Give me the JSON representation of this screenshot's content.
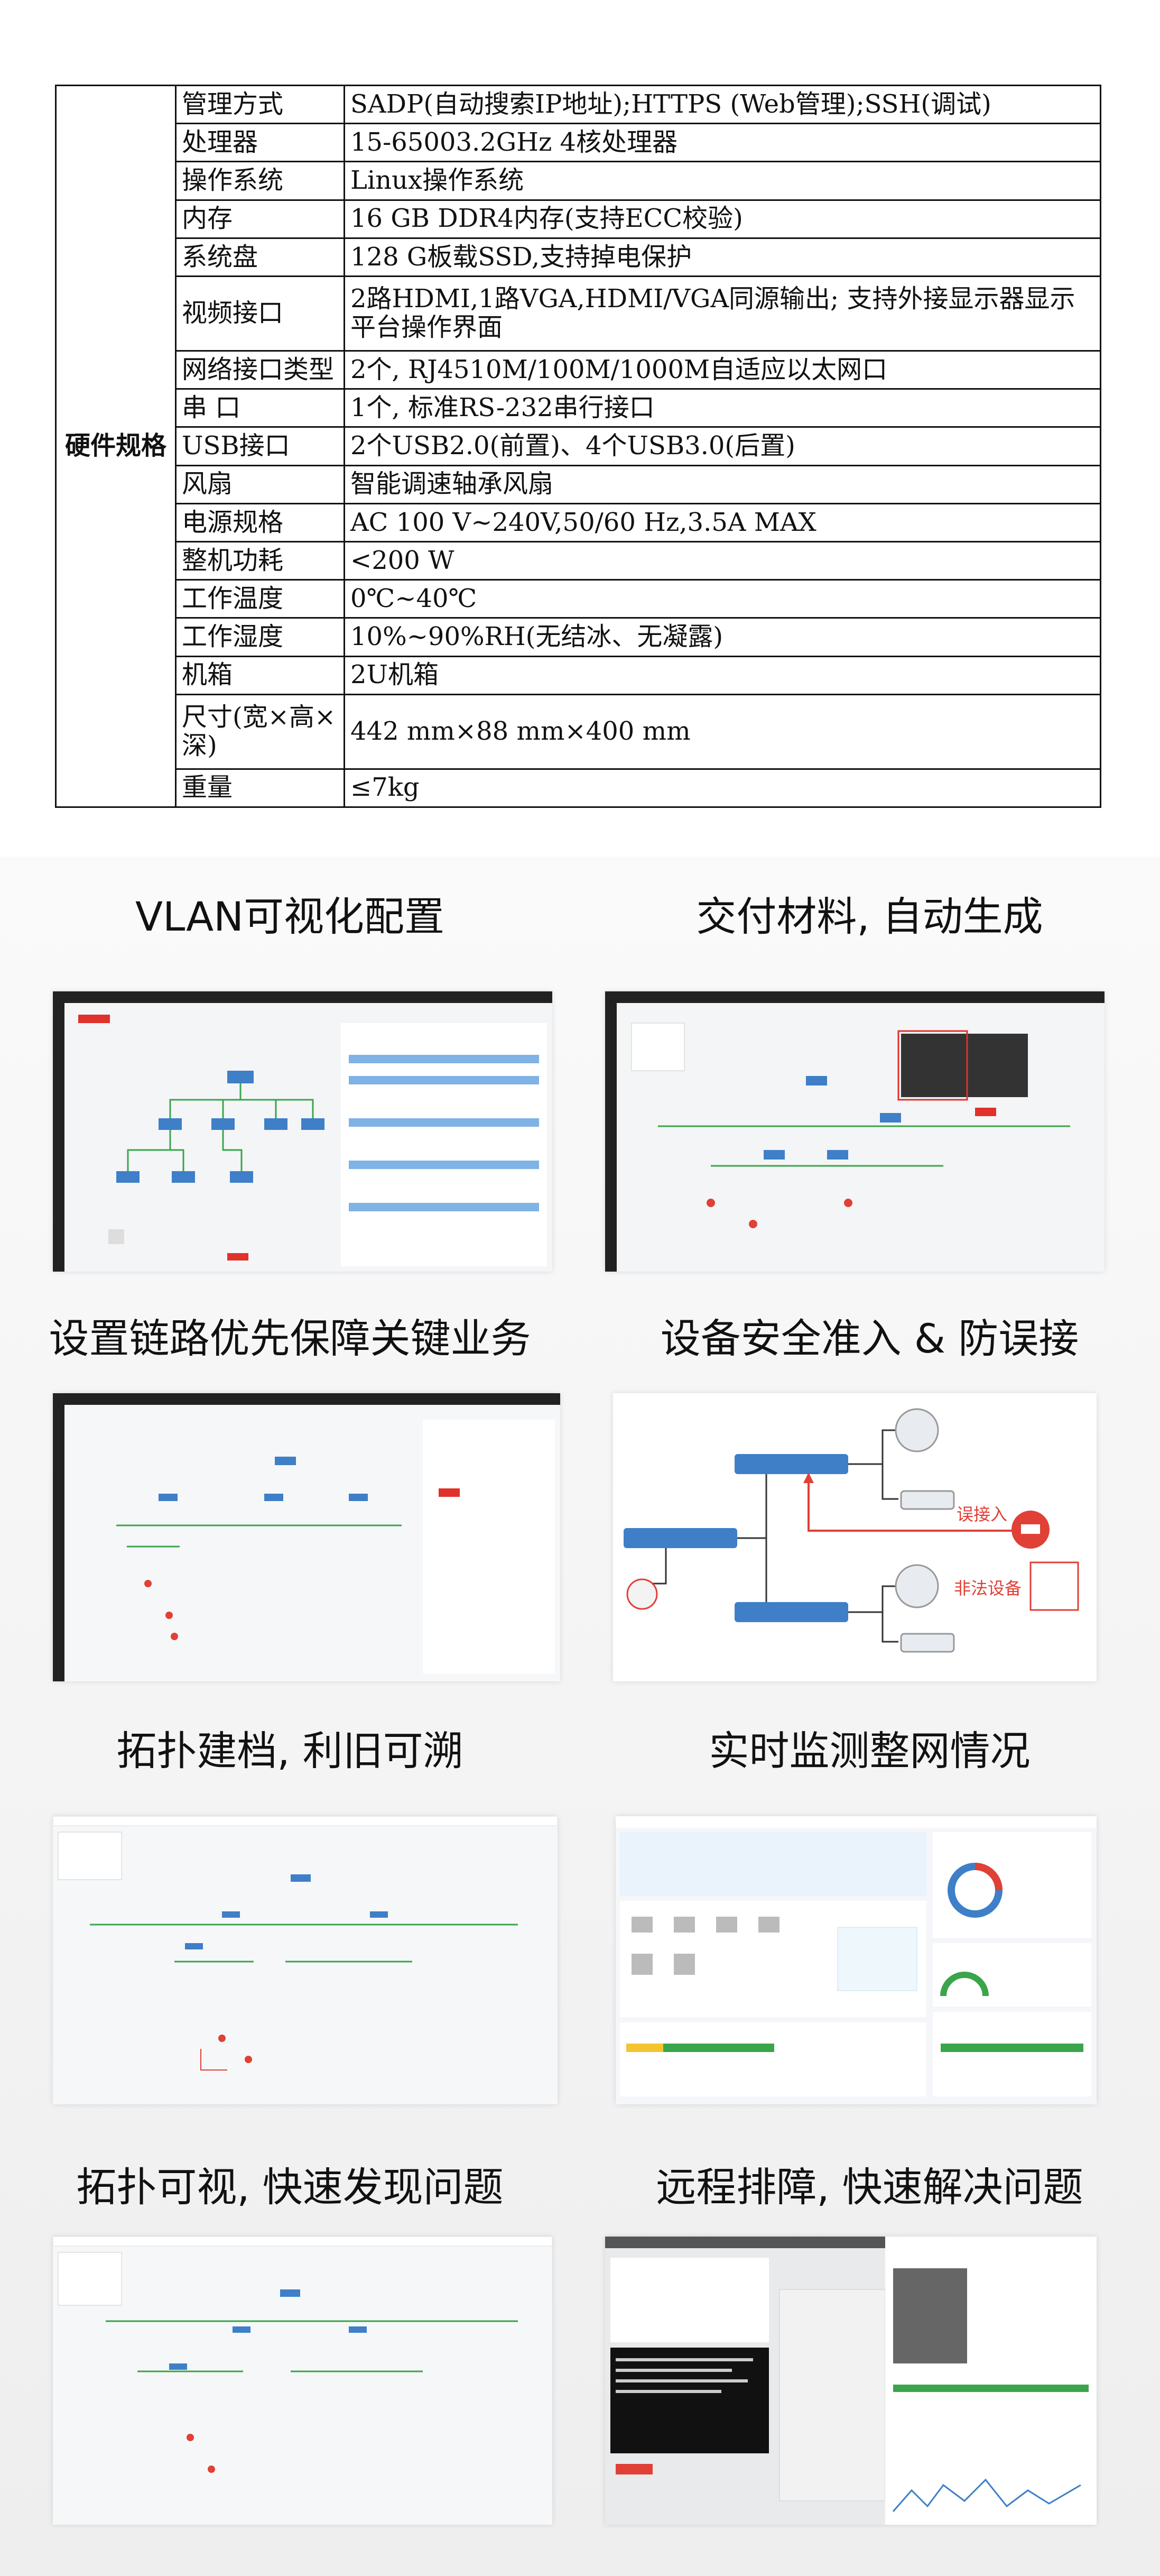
{
  "spec_category": "硬件规格",
  "specs": [
    {
      "key": "管理方式",
      "value": "SADP(自动搜索IP地址);HTTPS (Web管理);SSH(调试)"
    },
    {
      "key": "处理器",
      "value": "15-65003.2GHz 4核处理器"
    },
    {
      "key": "操作系统",
      "value": "Linux操作系统"
    },
    {
      "key": "内存",
      "value": "16 GB DDR4内存(支持ECC校验)"
    },
    {
      "key": "系统盘",
      "value": "128 G板载SSD,支持掉电保护"
    },
    {
      "key": "视频接口",
      "value": "2路HDMI,1路VGA,HDMI/VGA同源输出; 支持外接显示器显示平台操作界面"
    },
    {
      "key": "网络接口类型",
      "value": "2个, RJ4510M/100M/1000M自适应以太网口"
    },
    {
      "key": "串 口",
      "value": "1个, 标准RS-232串行接口"
    },
    {
      "key": "USB接口",
      "value": "2个USB2.0(前置)、4个USB3.0(后置)"
    },
    {
      "key": "风扇",
      "value": "智能调速轴承风扇"
    },
    {
      "key": "电源规格",
      "value": "AC 100 V~240V,50/60 Hz,3.5A MAX"
    },
    {
      "key": "整机功耗",
      "value": "<200 W"
    },
    {
      "key": "工作温度",
      "value": "0℃~40℃"
    },
    {
      "key": "工作湿度",
      "value": "10%~90%RH(无结冰、无凝露)"
    },
    {
      "key": "机箱",
      "value": "2U机箱"
    },
    {
      "key": "尺寸(宽×高×深)",
      "value": "442 mm×88 mm×400 mm"
    },
    {
      "key": "重量",
      "value": "≤7kg"
    }
  ],
  "features": [
    {
      "title": "VLAN可视化配置"
    },
    {
      "title": "交付材料, 自动生成"
    },
    {
      "title": "设置链路优先保障关键业务"
    },
    {
      "title": "设备安全准入 & 防误接",
      "annotations": {
        "misconnect": "误接入",
        "illegal": "非法设备"
      }
    },
    {
      "title": "拓扑建档, 利旧可溯"
    },
    {
      "title": "实时监测整网情况"
    },
    {
      "title": "拓扑可视, 快速发现问题"
    },
    {
      "title": "远程排障, 快速解决问题"
    }
  ],
  "colors": {
    "brand_red": "#e0312b",
    "switch_blue": "#3e7fc8",
    "link_green": "#3aa54a",
    "alert_red": "#e04036"
  }
}
